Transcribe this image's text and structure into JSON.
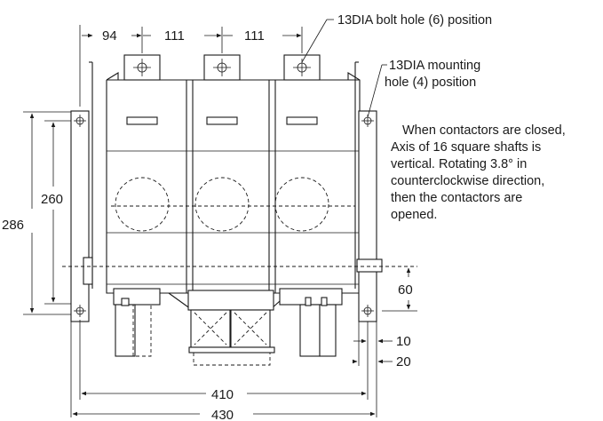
{
  "dimensions": {
    "d94": "94",
    "d111a": "111",
    "d111b": "111",
    "d260": "260",
    "d286": "286",
    "d60": "60",
    "d10": "10",
    "d20": "20",
    "d410": "410",
    "d430": "430"
  },
  "callouts": {
    "bolt_hole": "13DIA bolt hole (6) position",
    "mounting_hole_line1": "13DIA mounting",
    "mounting_hole_line2": "hole (4) position"
  },
  "note": {
    "line1": "When contactors are closed,",
    "line2": "Axis of 16 square shafts is",
    "line3": "vertical. Rotating 3.8° in",
    "line4": "counterclockwise direction,",
    "line5": "then the contactors are",
    "line6": "opened."
  }
}
